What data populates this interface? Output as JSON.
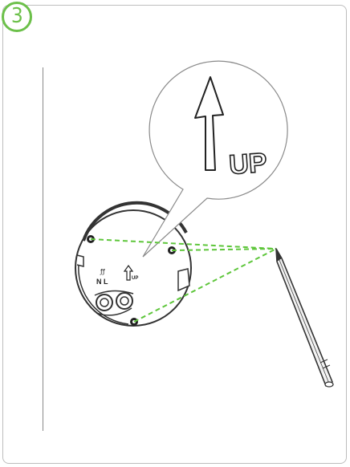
{
  "step": {
    "number": "3"
  },
  "callout": {
    "label": "UP"
  },
  "plate": {
    "terminal_label": "N L",
    "direction_label": "UP"
  },
  "colors": {
    "accent": "#6cc04a",
    "guide_line": "#5ec63b",
    "outline": "#333333"
  },
  "icons": [
    "up-arrow-icon",
    "pencil-icon",
    "screw-hole-icon"
  ]
}
